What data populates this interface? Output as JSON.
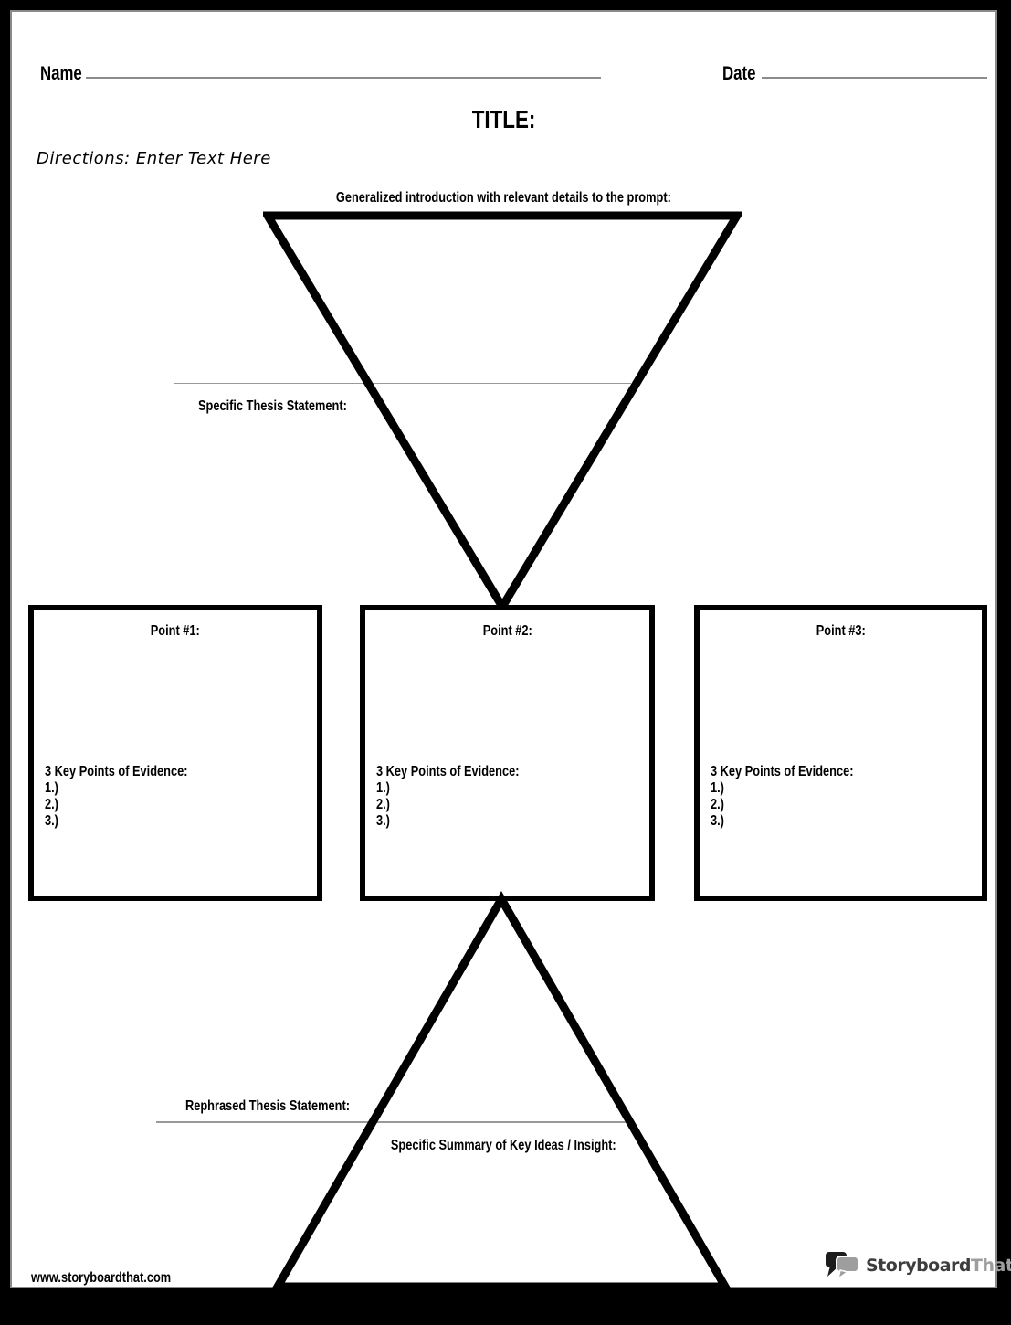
{
  "header": {
    "name_label": "Name",
    "date_label": "Date",
    "title": "TITLE:",
    "directions": "Directions: Enter Text Here"
  },
  "intro": {
    "label": "Generalized introduction with relevant details to the prompt:",
    "thesis_label": "Specific Thesis Statement:"
  },
  "points": [
    {
      "title": "Point #1:",
      "evidence_header": "3 Key Points of Evidence:",
      "item1": "1.)",
      "item2": "2.)",
      "item3": "3.)"
    },
    {
      "title": "Point #2:",
      "evidence_header": "3 Key Points of Evidence:",
      "item1": "1.)",
      "item2": "2.)",
      "item3": "3.)"
    },
    {
      "title": "Point #3:",
      "evidence_header": "3 Key Points of Evidence:",
      "item1": "1.)",
      "item2": "2.)",
      "item3": "3.)"
    }
  ],
  "conclusion": {
    "rephrased_label": "Rephrased Thesis Statement:",
    "summary_label": "Specific Summary of Key Ideas / Insight:"
  },
  "footer": {
    "url": "www.storyboardthat.com",
    "logo_part1": "Storyboard",
    "logo_part2": "That"
  },
  "colors": {
    "ink": "#000000",
    "rule_gray": "#8c8c8c",
    "thin_rule_gray": "#999999",
    "page_edge": "#8a8a8a",
    "frame_black": "#000000",
    "logo_dark": "#3d3d3d",
    "logo_gray": "#9e9e9e"
  }
}
